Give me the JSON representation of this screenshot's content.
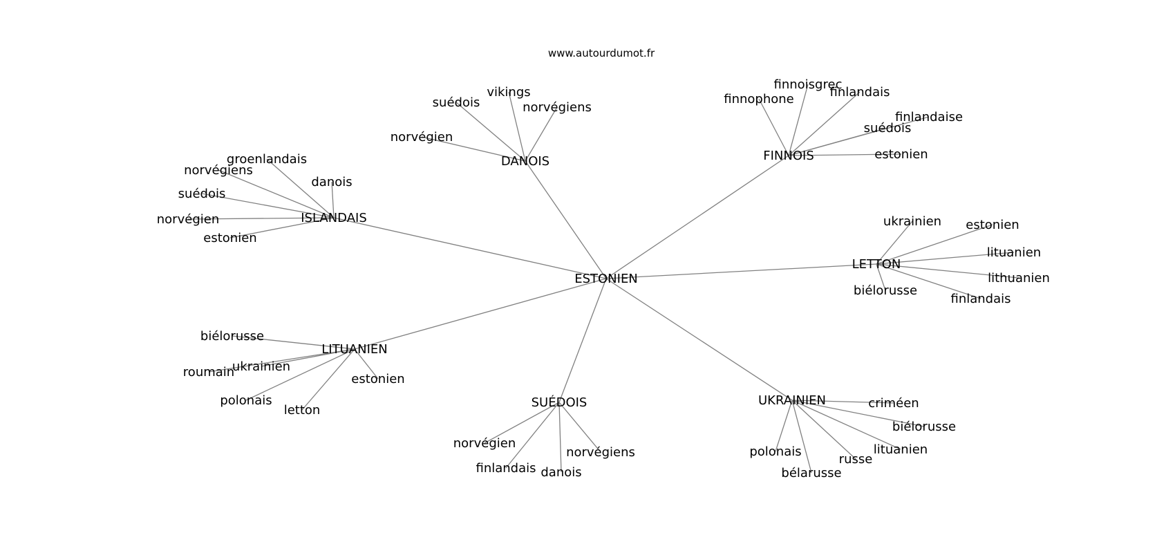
{
  "source": "www.autourdumot.fr",
  "colors": {
    "edge": "#808080",
    "text": "#000000",
    "background": "#ffffff"
  },
  "graph": {
    "center": {
      "id": "estonien",
      "label": "ESTONIEN"
    },
    "hubs": [
      {
        "id": "danois",
        "label": "DANOIS",
        "leaves": [
          "suédois",
          "vikings",
          "norvégiens",
          "norvégien"
        ]
      },
      {
        "id": "finnois",
        "label": "FINNOIS",
        "leaves": [
          "finnophone",
          "finnoisgrec",
          "finlandais",
          "finlandaise",
          "suédois",
          "estonien"
        ]
      },
      {
        "id": "islandais",
        "label": "ISLANDAIS",
        "leaves": [
          "groenlandais",
          "norvégiens",
          "danois",
          "suédois",
          "norvégien",
          "estonien"
        ]
      },
      {
        "id": "letton",
        "label": "LETTON",
        "leaves": [
          "ukrainien",
          "estonien",
          "lituanien",
          "lithuanien",
          "biélorusse",
          "finlandais"
        ]
      },
      {
        "id": "lituanien",
        "label": "LITUANIEN",
        "leaves": [
          "biélorusse",
          "roumain",
          "ukrainien",
          "estonien",
          "polonais",
          "letton"
        ]
      },
      {
        "id": "suedois",
        "label": "SUÉDOIS",
        "leaves": [
          "norvégien",
          "norvégiens",
          "finlandais",
          "danois"
        ]
      },
      {
        "id": "ukrainien",
        "label": "UKRAINIEN",
        "leaves": [
          "criméen",
          "biélorusse",
          "lituanien",
          "polonais",
          "russe",
          "bélarusse"
        ]
      }
    ]
  }
}
